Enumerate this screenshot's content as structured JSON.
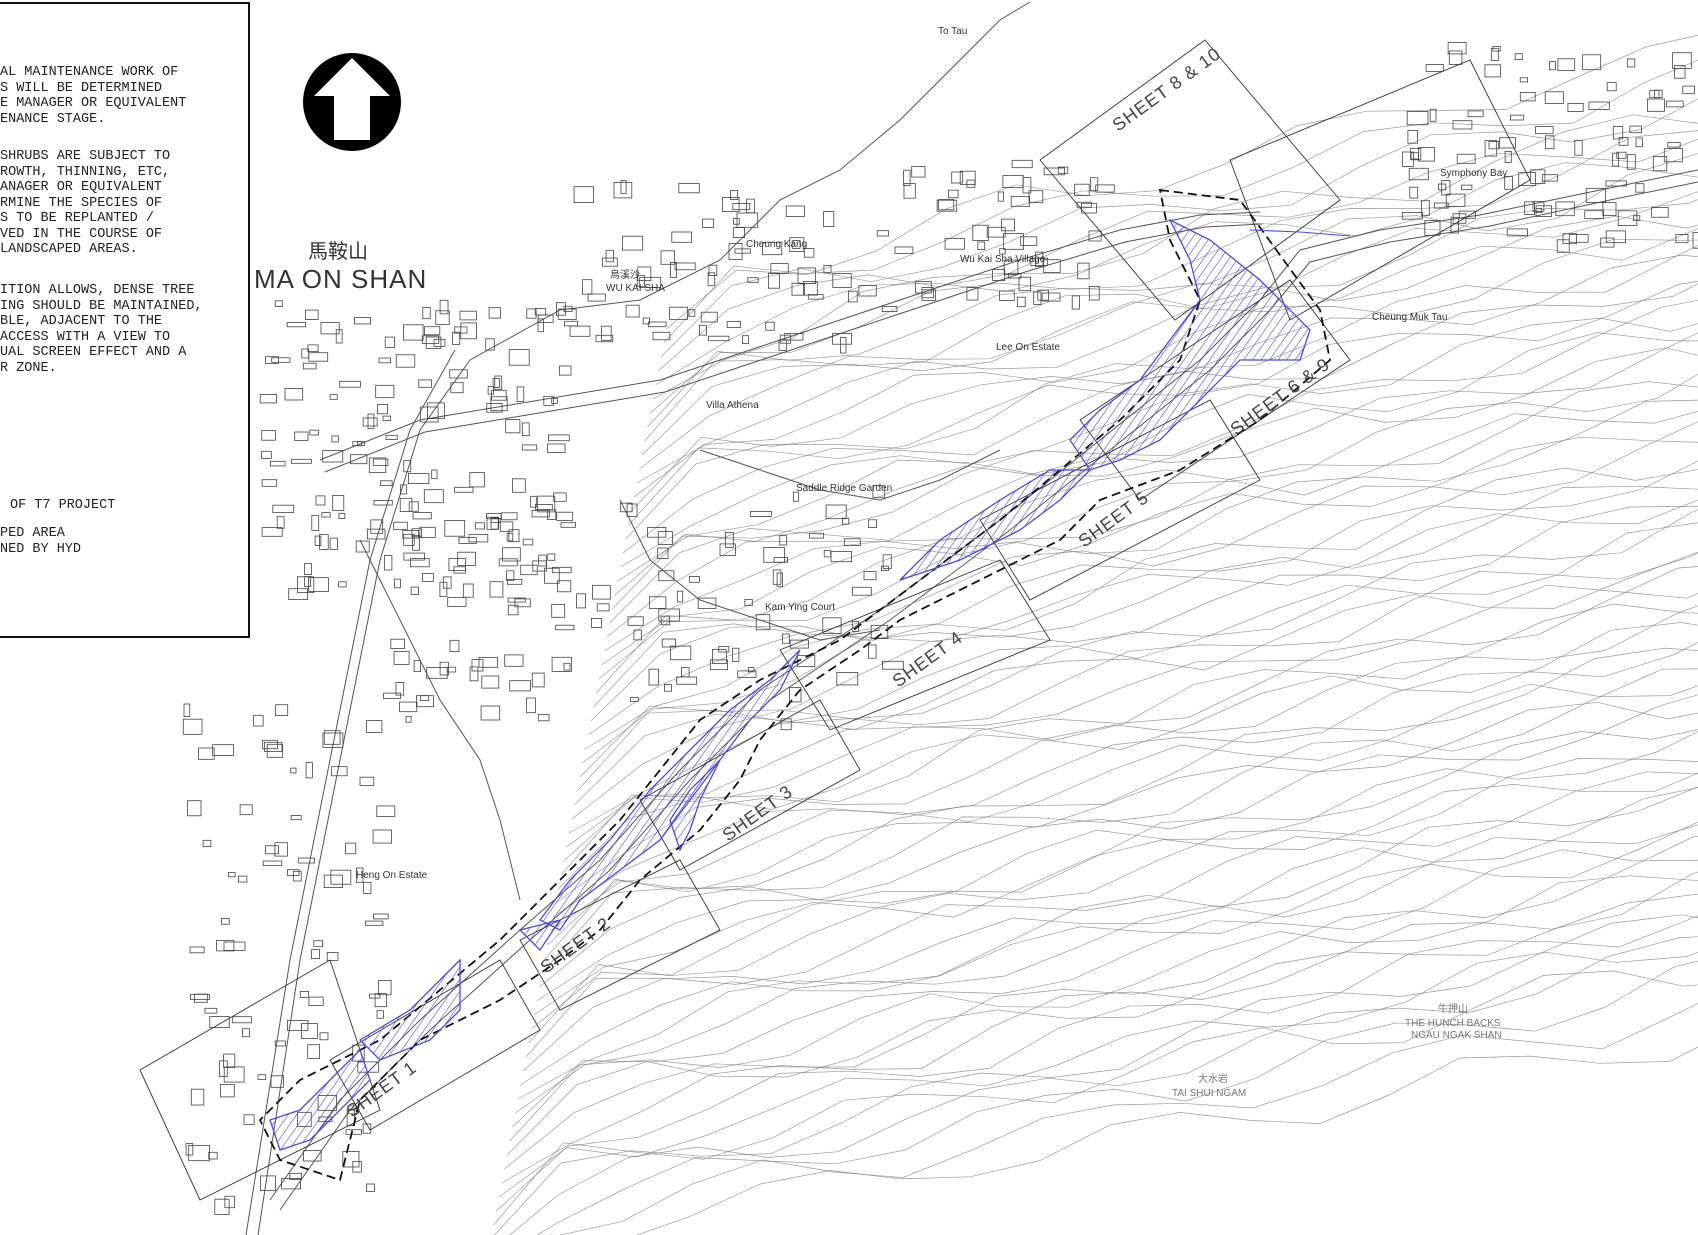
{
  "notes": {
    "block1": "AL MAINTENANCE WORK OF\nS WILL BE DETERMINED\nE MANAGER OR EQUIVALENT\nENANCE STAGE.",
    "block2": "SHRUBS ARE SUBJECT TO\nROWTH, THINNING, ETC,\nANAGER OR EQUIVALENT\nRMINE THE SPECIES OF\nS TO BE REPLANTED /\nVED IN THE COURSE OF\nLANDSCAPED AREAS.",
    "block3": "ITION ALLOWS, DENSE TREE\nING SHOULD BE MAINTAINED,\nBLE, ADJACENT TO THE\nACCESS WITH A VIEW TO\nUAL SCREEN EFFECT AND A\nR ZONE.",
    "legend1": "OF T7 PROJECT",
    "legend2": "PED AREA\nNED BY HYD"
  },
  "places": {
    "ma_on_shan_cn": "馬鞍山",
    "ma_on_shan": "MA  ON  SHAN",
    "wu_kai_sha_cn": "烏溪沙",
    "wu_kai_sha": "WU KAI SHA",
    "cheung_kang": "Cheung Kang",
    "to_tau": "To Tau",
    "symphony_bay": "Symphony Bay",
    "cheung_muk_tau": "Cheung Muk Tau",
    "kam_ying_court": "Kam Ying Court",
    "saddle_ridge_garden": "Saddle Ridge Garden",
    "heng_on_estate": "Heng On Estate",
    "villa_athena": "Villa Athena",
    "lee_on_estate": "Lee On Estate",
    "wu_kai_sha_village": "Wu Kai Sha Village",
    "hunch_backs_cn": "牛押山",
    "hunch_backs_1": "THE HUNCH BACKS",
    "hunch_backs_2": "NGAU NGAK SHAN",
    "tai_shui_ngam_cn": "大水岩",
    "tai_shui_ngam": "TAI SHUI NGAM"
  },
  "sheets": {
    "s8_10": "SHEET 8 & 10",
    "s6_9": "SHEET 6 & 9",
    "s5": "SHEET 5",
    "s4": "SHEET 4",
    "s3": "SHEET 3",
    "s2": "SHEET 2",
    "s1": "SHEET 1"
  },
  "colors": {
    "landscaped_area": "#4b4bdc",
    "frame": "#000000"
  },
  "north_arrow": "north-arrow-icon"
}
